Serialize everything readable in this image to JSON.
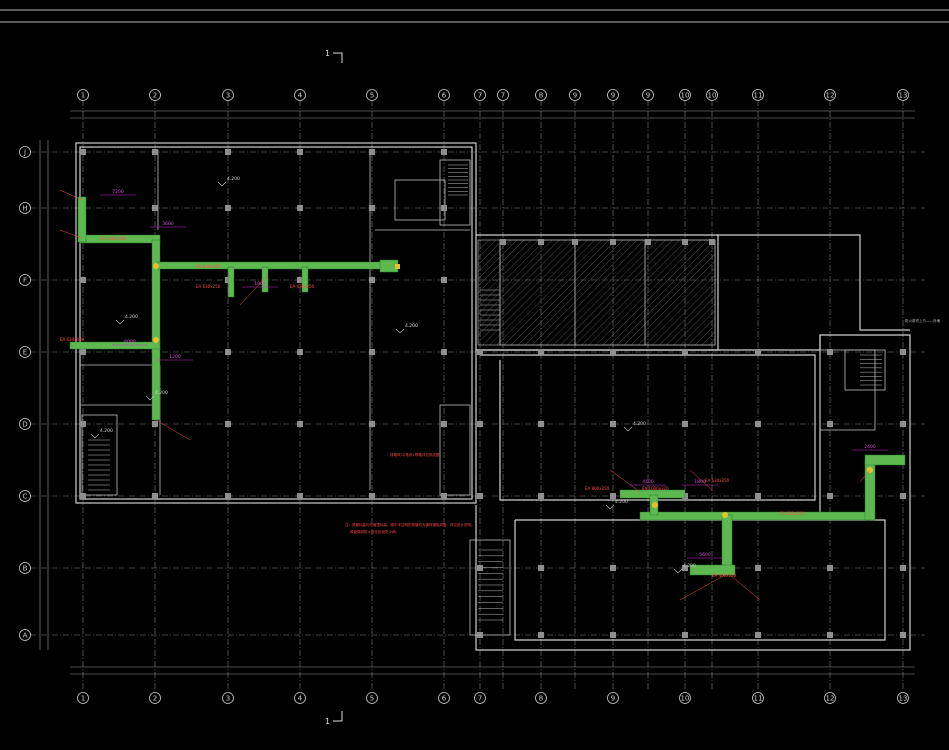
{
  "colors": {
    "background": "#000000",
    "grid": "#8a8a8a",
    "wall": "#cfcfcf",
    "duct": "#4caf50",
    "duct_fill": "#7ddc6b",
    "annotation": "#ff4a4a",
    "dimension": "#cc33cc",
    "fitting": "#ffd23a",
    "column": "#9a9a9a",
    "hatch": "#7a7a7a"
  },
  "section_mark": "1",
  "axes_top": [
    "1",
    "2",
    "3",
    "4",
    "5",
    "6",
    "7",
    "7",
    "8",
    "9",
    "9",
    "9",
    "10",
    "10",
    "11",
    "12",
    "13"
  ],
  "axes_bottom": [
    "1",
    "2",
    "3",
    "4",
    "5",
    "6",
    "7",
    "8",
    "9",
    "10",
    "11",
    "12",
    "13"
  ],
  "axes_left": [
    "J",
    "H",
    "F",
    "E",
    "D",
    "C",
    "B",
    "A"
  ],
  "elevations": [
    "4.200",
    "4.200",
    "4.200",
    "4.200",
    "4.200",
    "4.200",
    "4.200",
    "4.200"
  ],
  "dimension_labels": [
    "7200",
    "3600",
    "1800",
    "4400",
    "1800",
    "6000",
    "5600",
    "2400",
    "1200"
  ],
  "duct_labels": [
    "EA 1000x250",
    "EA 800x320",
    "EA 630x250",
    "EA 630x250",
    "EA 800x250",
    "EA 1000x320",
    "EA 630x250",
    "EA 630x250",
    "EA 400x250",
    "EA 630x400"
  ],
  "notes": {
    "general": "注：风管标高均为管顶标高，图中未注明的风管均为镀锌钢板风管，详见设计说明。",
    "general2": "风管穿越防火分区处设防火阀。",
    "stair": "排烟风口(常闭) 规格详见系统图",
    "right_top": "防火卷帘上方——封堵"
  }
}
